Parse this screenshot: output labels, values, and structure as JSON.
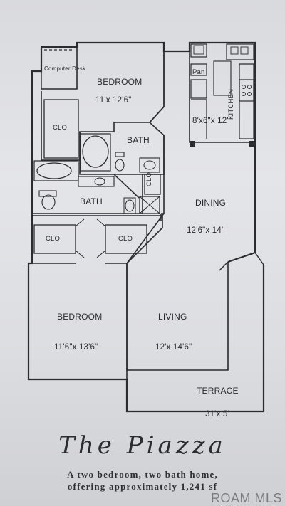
{
  "rooms": {
    "bedroom1": {
      "name": "BEDROOM",
      "dims": "11'x 12'6\""
    },
    "bedroom2": {
      "name": "BEDROOM",
      "dims": "11'6\"x 13'6\""
    },
    "kitchen": {
      "name": "KITCHEN",
      "dims": "8'x6\"x 12'"
    },
    "dining": {
      "name": "DINING",
      "dims": "12'6\"x 14'"
    },
    "living": {
      "name": "LIVING",
      "dims": "12'x 14'6\""
    },
    "terrace": {
      "name": "TERRACE",
      "dims": "31'x 5'"
    },
    "bath_upper": "BATH",
    "bath_lower": "BATH",
    "closet": "CLO",
    "computer_desk": "Computer Desk",
    "pan": "Pan"
  },
  "title": "The Piazza",
  "subtitle_line1": "A two bedroom, two bath home,",
  "subtitle_line2": "offering approximately 1,241 sf",
  "watermark": "ROAM MLS"
}
